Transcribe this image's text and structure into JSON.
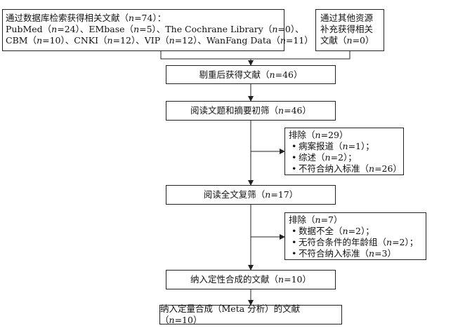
{
  "boxes": {
    "search": {
      "lines": [
        "通过数据库检索获得相关文献（n=74）：",
        "PubMed（n=24）、EMbase（n=5）、The Cochrane Library（n=0）、",
        "CBM（n=10）、CNKI（n=12）、VIP（n=12）、WanFang Data（n=11）"
      ]
    },
    "other": {
      "lines": [
        "通过其他资源",
        "补充获得相关",
        "文献（n=0）"
      ]
    },
    "dedup": "剔重后获得文献（n=46）",
    "screen": "阅读文题和摘要初筛（n=46）",
    "exclude1": {
      "title": "排除（n=29）",
      "items": [
        "病案报道（n=1）；",
        "综述（n=2）；",
        "不符合纳入标准（n=26）"
      ]
    },
    "fulltext": "阅读全文复筛（n=17）",
    "exclude2": {
      "title": "排除（n=7）",
      "items": [
        "数据不全（n=2）；",
        "无符合条件的年龄组（n=2）；",
        "不符合纳入标准（n=3）"
      ]
    },
    "qualitative": "纳入定性合成的文献（n=10）",
    "quantitative": "纳入定量合成（Meta 分析）的文献（n=10）"
  }
}
